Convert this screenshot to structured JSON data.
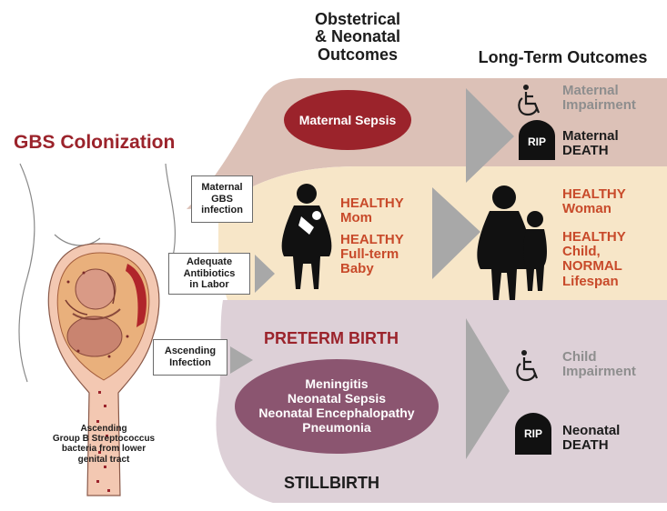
{
  "headers": {
    "obstetrical": [
      "Obstetrical",
      "& Neonatal",
      "Outcomes"
    ],
    "long_term": "Long-Term Outcomes"
  },
  "gbs_title": "GBS Colonization",
  "boxes": {
    "maternal_infection": [
      "Maternal",
      "GBS",
      "infection"
    ],
    "antibiotics": [
      "Adequate",
      "Antibiotics",
      "in Labor"
    ],
    "ascending": [
      "Ascending",
      "Infection"
    ]
  },
  "maternal_sepsis": "Maternal Sepsis",
  "healthy_mom": [
    "HEALTHY",
    "Mom"
  ],
  "healthy_baby": [
    "HEALTHY",
    "Full-term",
    "Baby"
  ],
  "preterm_birth": "PRETERM BIRTH",
  "neonatal_list": [
    "Meningitis",
    "Neonatal Sepsis",
    "Neonatal Encephalopathy",
    "Pneumonia"
  ],
  "stillbirth": "STILLBIRTH",
  "ascending_caption": [
    "Ascending",
    "Group B Streptococcus",
    "bacteria from lower",
    "genital tract"
  ],
  "outcomes": {
    "maternal_impairment": [
      "Maternal",
      "Impairment"
    ],
    "maternal_death": [
      "Maternal",
      "DEATH"
    ],
    "healthy_woman": [
      "HEALTHY",
      "Woman"
    ],
    "healthy_child": [
      "HEALTHY",
      "Child,",
      "NORMAL",
      "Lifespan"
    ],
    "child_impairment": [
      "Child",
      "Impairment"
    ],
    "neonatal_death": [
      "Neonatal",
      "DEATH"
    ]
  },
  "rip": "RIP",
  "icons": [
    "wheelchair-icon",
    "tombstone-icon",
    "woman-figure-icon",
    "mother-baby-icon",
    "child-figure-icon",
    "uterus-fetus-illustration"
  ],
  "colors": {
    "top_band": "#dcc1b7",
    "mid_band": "#f7e6c8",
    "bottom_band": "#ddd0d7",
    "sepsis_ellipse": "#9b232b",
    "neonatal_ellipse": "#8b5570",
    "arrow": "#a8a8a8",
    "title_red": "#9b232b",
    "healthy_orange": "#c84a2a"
  }
}
